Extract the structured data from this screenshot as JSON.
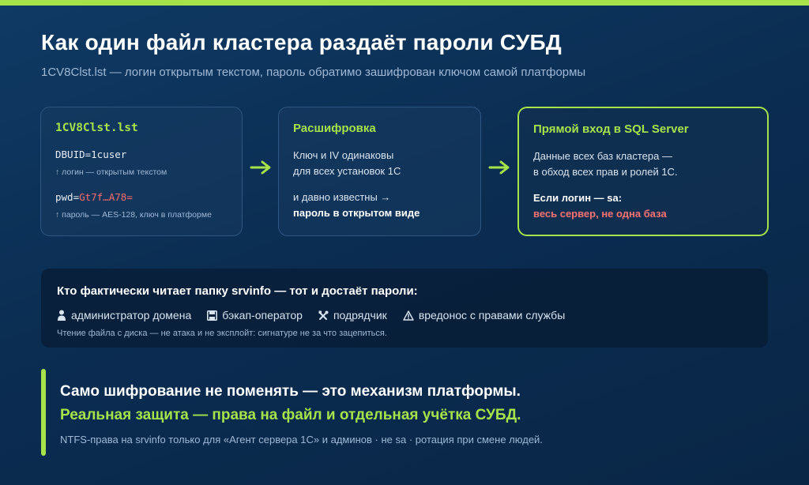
{
  "header": {
    "title": "Как один файл кластера раздаёт пароли СУБД",
    "subtitle": "1CV8Clst.lst — логин открытым текстом, пароль обратимо зашифрован ключом самой платформы"
  },
  "cards": {
    "file": {
      "title": "1CV8Clst.lst",
      "dbuid_key": "DBUID=",
      "dbuid_value": "1cuser",
      "dbuid_note": "↑ логин — открытым текстом",
      "pwd_key": "pwd=",
      "pwd_value": "Gt7f…A78=",
      "pwd_note": "↑ пароль — AES-128, ключ в платформе"
    },
    "decrypt": {
      "title": "Расшифровка",
      "line1": "Ключ и IV одинаковы",
      "line2": "для всех установок 1С",
      "line3": "и давно известны →",
      "line4": "пароль в открытом виде"
    },
    "sql": {
      "title": "Прямой вход в SQL Server",
      "line1": "Данные всех баз кластера —",
      "line2": "в обход всех прав и ролей 1С.",
      "line3": "Если логин — sa:",
      "line4": "весь сервер, не одна база"
    }
  },
  "panel": {
    "title": "Кто фактически читает папку srvinfo — тот и достаёт пароли:",
    "readers": [
      {
        "icon": "person-icon",
        "label": "администратор домена"
      },
      {
        "icon": "floppy-disk-icon",
        "label": "бэкап-оператор"
      },
      {
        "icon": "tools-icon",
        "label": "подрядчик"
      },
      {
        "icon": "warning-icon",
        "label": "вредонос с правами службы"
      }
    ],
    "note": "Чтение файла с диска — не атака и не эксплойт: сигнатуре не за что зацепиться."
  },
  "footer": {
    "line1": "Само шифрование не поменять — это механизм платформы.",
    "line2": "Реальная защита — права на файл и отдельная учётка СУБД.",
    "note": "NTFS-права на srvinfo только для «Агент сервера 1С» и админов · не sa · ротация при смене людей."
  },
  "colors": {
    "accent": "#a6e24a",
    "danger": "#ff6b6b",
    "background": "#0b2d52"
  }
}
